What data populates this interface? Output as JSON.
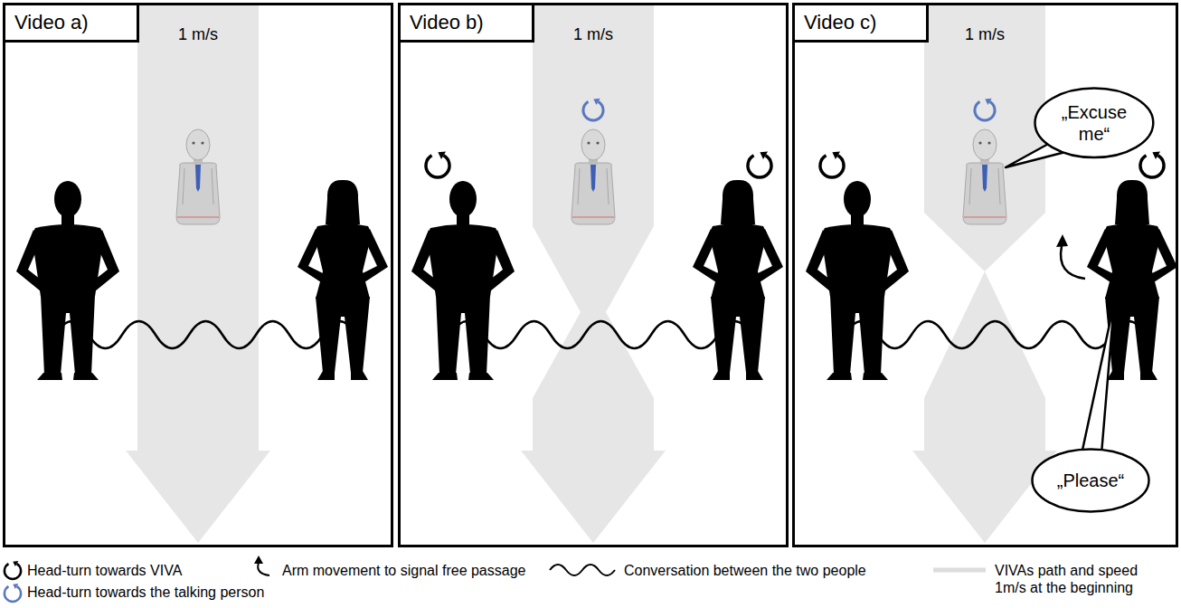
{
  "diagram": {
    "nodes": [
      {
        "text": [
          "Video a)"
        ]
      },
      {
        "text": [
          "Video b)"
        ]
      },
      {
        "text": [
          "Video c)"
        ]
      },
      {
        "text": [
          "„Excuse me“"
        ],
        "in": 2
      },
      {
        "text": [
          "„Please“"
        ],
        "in": 2
      }
    ],
    "labels": [
      "1 m/s",
      "1 m/s",
      "1 m/s"
    ],
    "legend": [
      {
        "text": "Head-turn towards VIVA"
      },
      {
        "text": "Arm movement to signal free passage"
      },
      {
        "text": "Conversation between the two people"
      },
      {
        "text": "VIVAs path and speed 1m/s at the beginning"
      },
      {
        "text": "Head-turn towards the talking person"
      }
    ]
  }
}
